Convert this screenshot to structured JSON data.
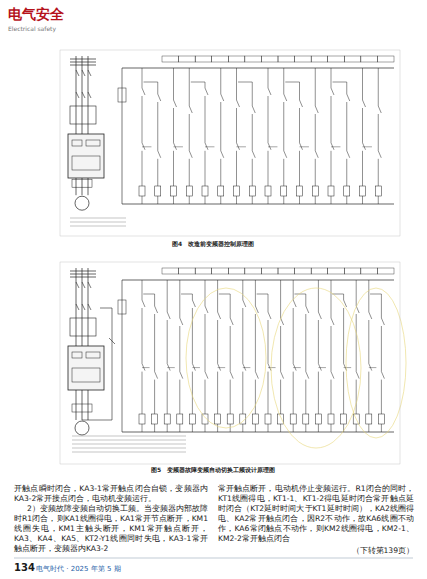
{
  "diagram": {
    "title": "电气安全",
    "labels": [
      "Electrical safety",
      "图4　改造前变频器控制原理图",
      "图5　变频器故障变频自动切换工频设计原理图",
      "开触点瞬时闭合，KA3-1常开触点闭合自锁，变频器内KA3-2常开接点闭合，电动机变频运行。",
      "2）变频故障变频自动切换工频。当变频器内部故障时R1闭合，则KA1线圈得电，KA1常开节点断开，KM1线圈失电，KM1主触头断开，KM1常开触点断开，KA3、KA4、KA5、KT2-Y1线圈同时失电，KA3-1常开触点断开，变频器内KA3-2",
      "常开触点断开，电动机停止变频运行。R1闭合的同时，KT1线圈得电，KT1-1、KT1-2得电延时闭合常开触点延时闭合（KT2延时时间大于KT1延时时间），KA2线圈得电、KA2常开触点闭合，因R2不动作，故KA6线圈不动作，KA6常闭触点不动作，则KM2线圈得电，KM2-1、KM2-2常开触点闭合",
      "（下转第139页）",
      "134",
      "电气时代 · 2025 年第 5 期"
    ]
  }
}
